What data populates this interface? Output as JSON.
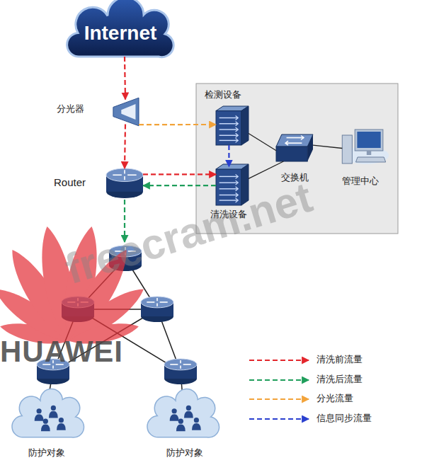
{
  "diagram": {
    "nodes": [
      {
        "text": [
          "Internet"
        ]
      },
      {
        "text": [
          "分光器"
        ]
      },
      {
        "text": [
          "检测设备"
        ]
      },
      {
        "text": [
          "Router"
        ]
      },
      {
        "text": [
          "清洗设备"
        ]
      },
      {
        "text": [
          "交换机"
        ]
      },
      {
        "text": [
          "管理中心"
        ]
      },
      {
        "text": [
          "防护对象"
        ]
      },
      {
        "text": [
          "防护对象"
        ]
      }
    ],
    "edges": [
      {
        "from": 0,
        "to": 1,
        "arrow": "to"
      },
      {
        "from": 1,
        "to": 3,
        "arrow": "to"
      },
      {
        "from": 1,
        "to": 2,
        "arrow": "to"
      },
      {
        "from": 3,
        "to": 4,
        "arrow": "to"
      },
      {
        "from": 4,
        "to": 3,
        "arrow": "to"
      },
      {
        "from": 2,
        "to": 4,
        "arrow": "to"
      },
      {
        "from": 2,
        "to": 5,
        "arrow": "none"
      },
      {
        "from": 4,
        "to": 5,
        "arrow": "none"
      },
      {
        "from": 5,
        "to": 6,
        "arrow": "none"
      }
    ],
    "labels": [
      "freecram.net",
      "HUAWEI"
    ],
    "legend": [
      {
        "text": "清洗前流量"
      },
      {
        "text": "清洗后流量"
      },
      {
        "text": "分光流量"
      },
      {
        "text": "信息同步流量"
      }
    ]
  }
}
